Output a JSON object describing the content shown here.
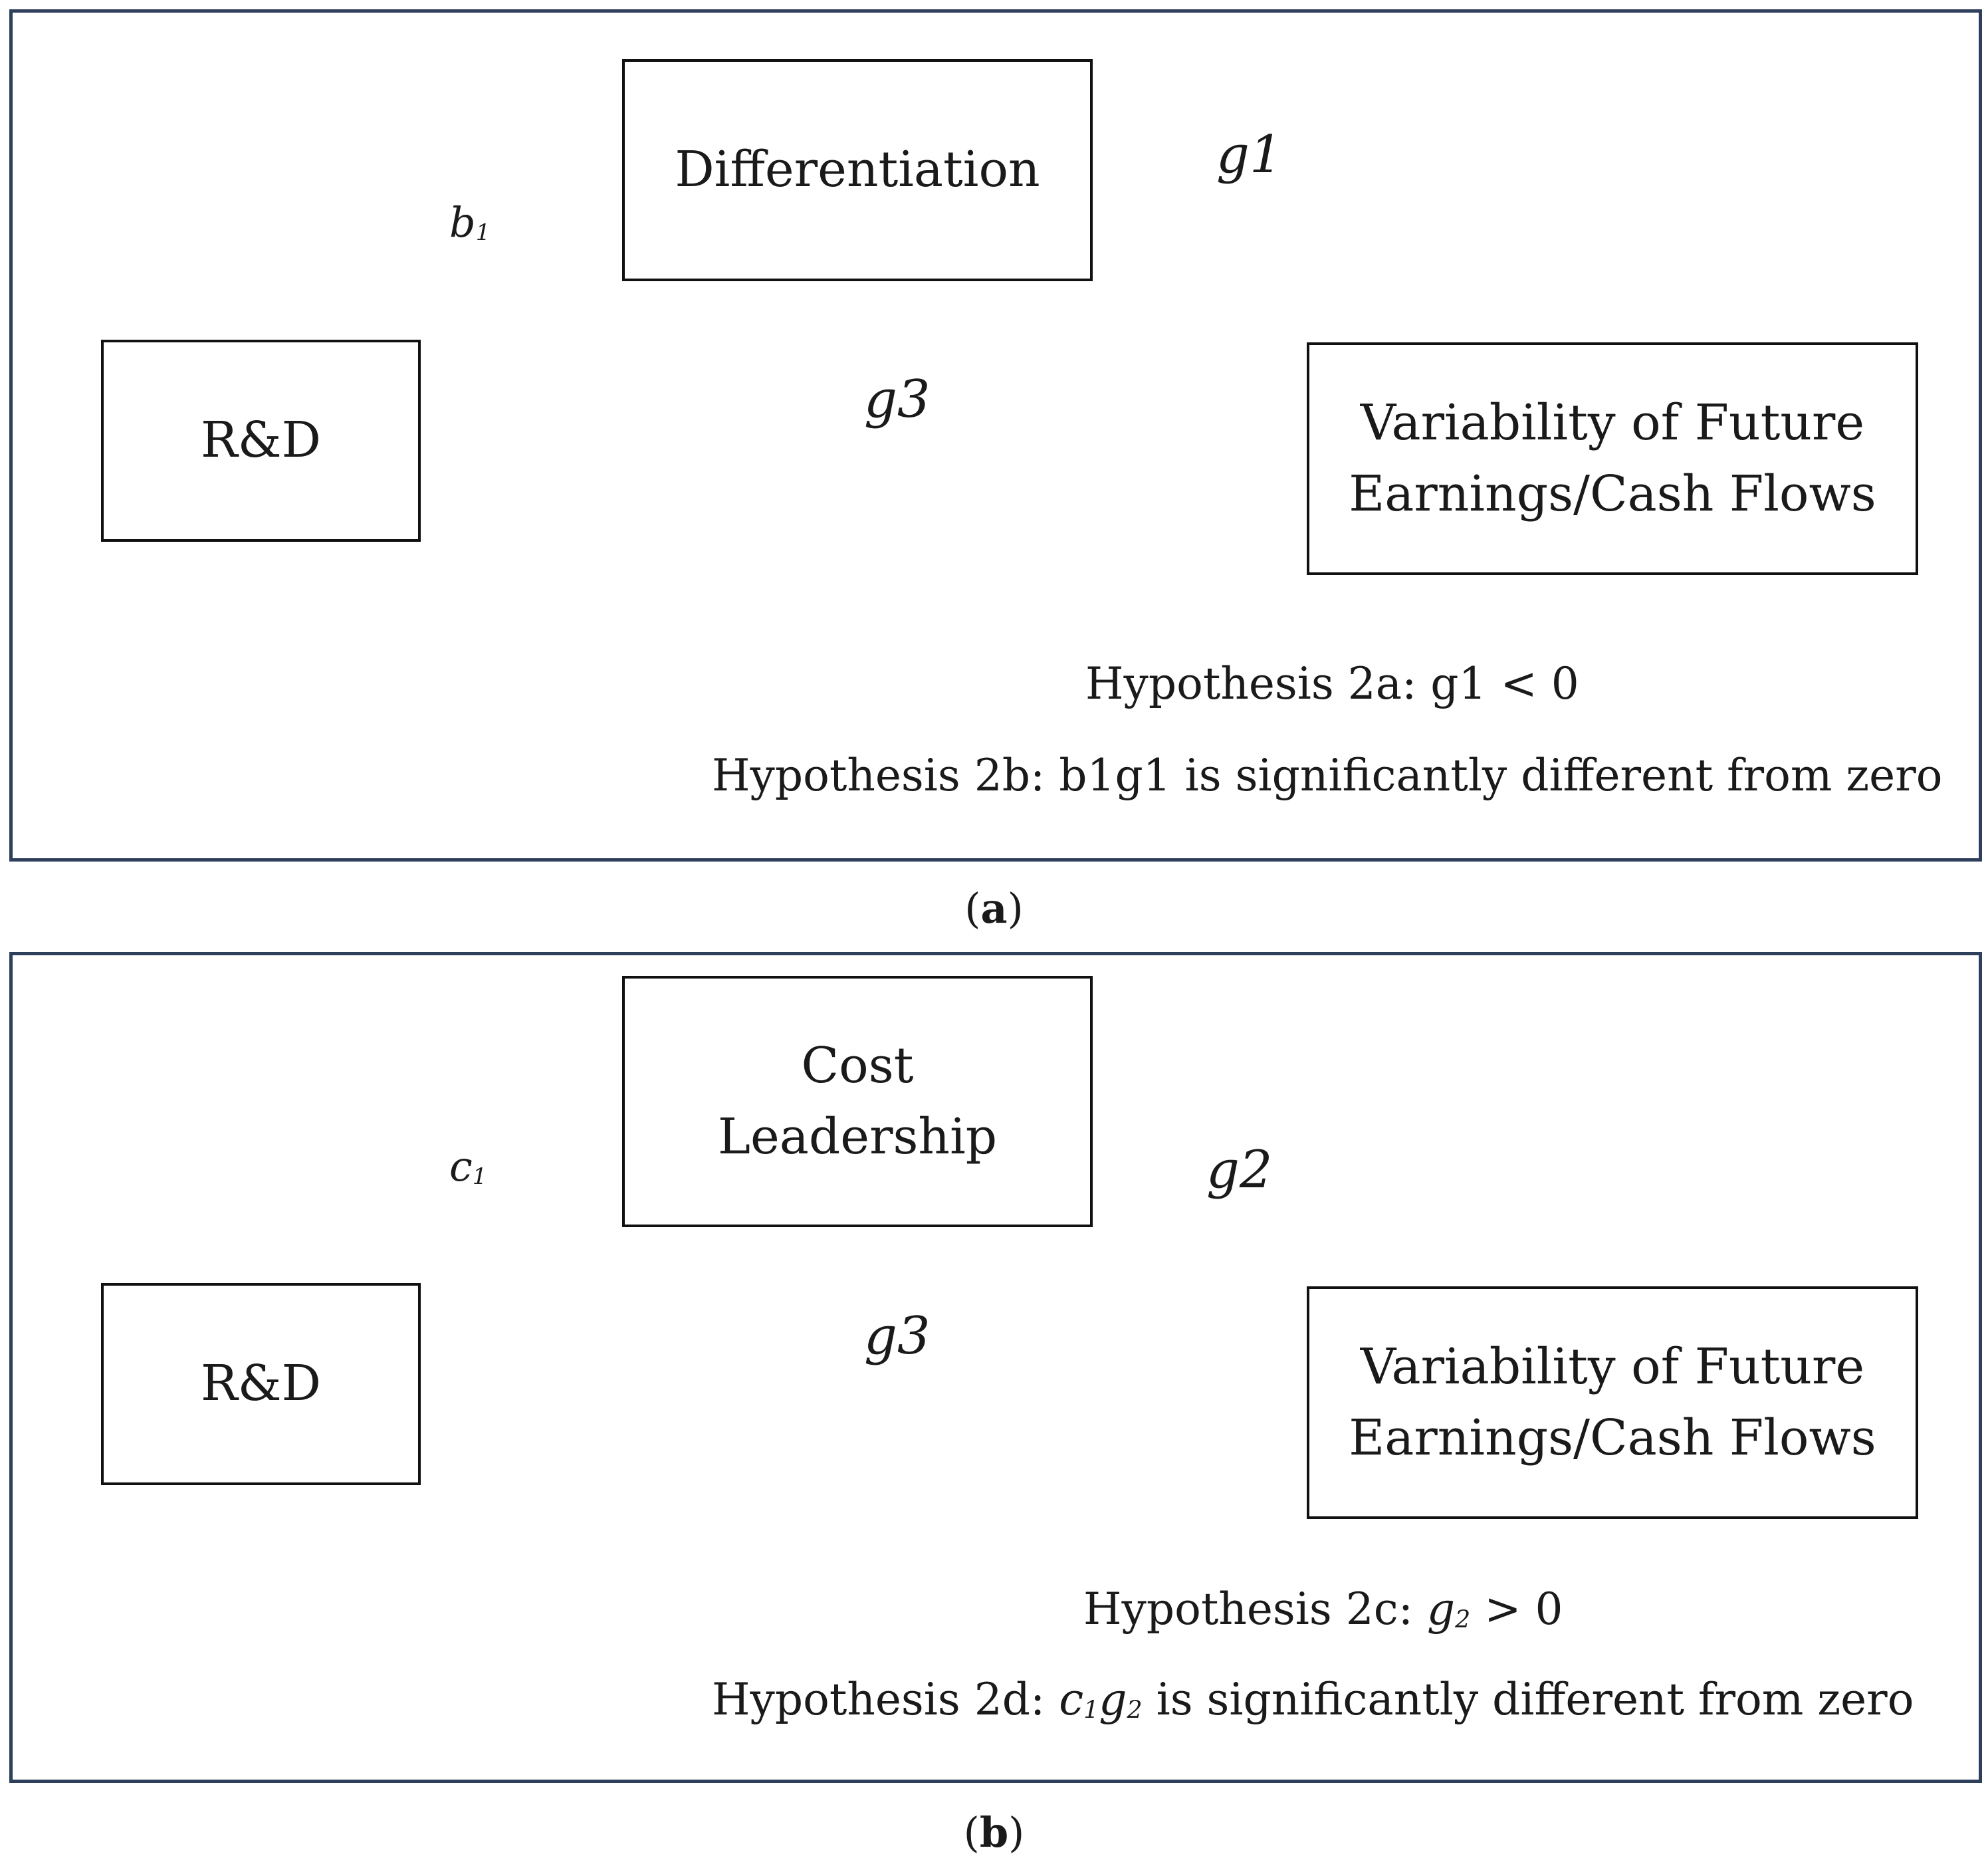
{
  "panel_a": {
    "source_node": "R&D",
    "mediator_node": "Differentiation",
    "outcome_node_line1": "Variability of Future",
    "outcome_node_line2": "Earnings/Cash Flows",
    "edge_source_mediator": "b",
    "edge_source_mediator_sub": "1",
    "edge_mediator_outcome": "g1",
    "edge_direct": "g3",
    "hypothesis_1": "Hypothesis 2a: g1 < 0",
    "hypothesis_2": "Hypothesis 2b: b1g1 is significantly different from zero",
    "caption_open": "(",
    "caption_letter": "a",
    "caption_close": ")"
  },
  "panel_b": {
    "source_node": "R&D",
    "mediator_node_line1": "Cost",
    "mediator_node_line2": "Leadership",
    "outcome_node_line1": "Variability of Future",
    "outcome_node_line2": "Earnings/Cash Flows",
    "edge_source_mediator": "c",
    "edge_source_mediator_sub": "1",
    "edge_mediator_outcome": "g2",
    "edge_direct": "g3",
    "hypothesis_1_prefix": "Hypothesis 2c: ",
    "hypothesis_1_var": "g",
    "hypothesis_1_var_sub": "2",
    "hypothesis_1_suffix": " > 0",
    "hypothesis_2_prefix": "Hypothesis 2d: ",
    "hypothesis_2_var1": "c",
    "hypothesis_2_var1_sub": "1",
    "hypothesis_2_var2": "g",
    "hypothesis_2_var2_sub": "2",
    "hypothesis_2_suffix": " is significantly different from zero",
    "caption_open": "(",
    "caption_letter": "b",
    "caption_close": ")"
  }
}
